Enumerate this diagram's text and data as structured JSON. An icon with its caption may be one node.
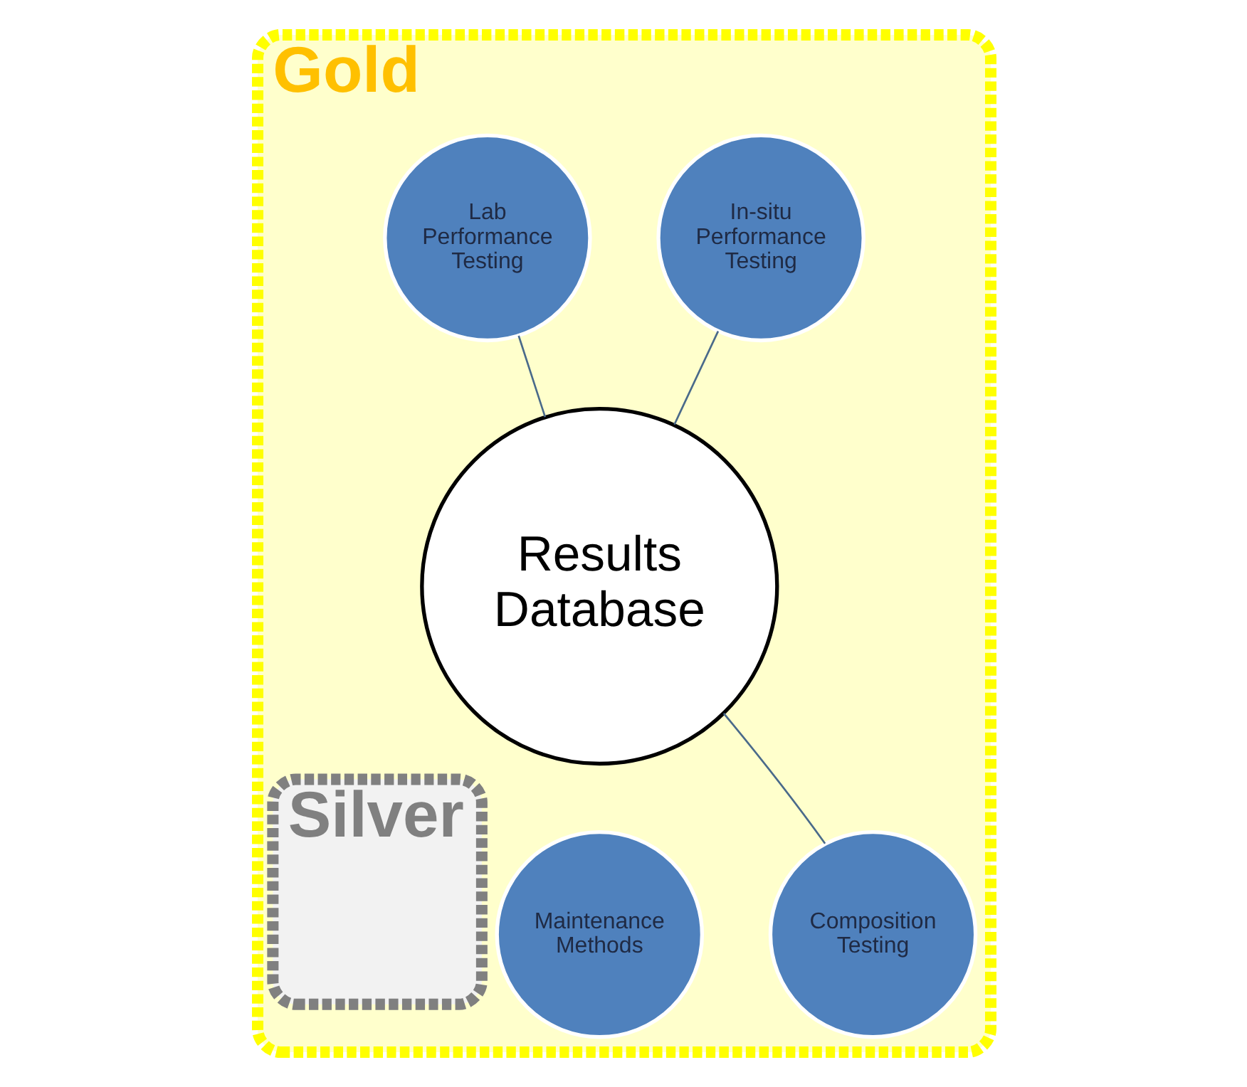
{
  "diagram": {
    "nodes": [
      {
        "text": [
          "Gold"
        ]
      },
      {
        "text": [
          "In-situ Performance Testing"
        ],
        "in": 0
      },
      {
        "text": [
          "Lab Performance Testing"
        ],
        "in": 0
      },
      {
        "text": [
          "Results Database"
        ],
        "in": 0
      },
      {
        "text": [
          "Silver"
        ],
        "in": 0
      },
      {
        "text": [
          "Maintenance Methods"
        ],
        "in": 0
      },
      {
        "text": [
          "Composition Testing"
        ],
        "in": 0
      }
    ],
    "edges": [
      {
        "from": 1,
        "to": 3,
        "arrow": "none"
      },
      {
        "from": 2,
        "to": 3,
        "arrow": "none"
      },
      {
        "from": 6,
        "to": 3,
        "arrow": "none"
      }
    ]
  }
}
